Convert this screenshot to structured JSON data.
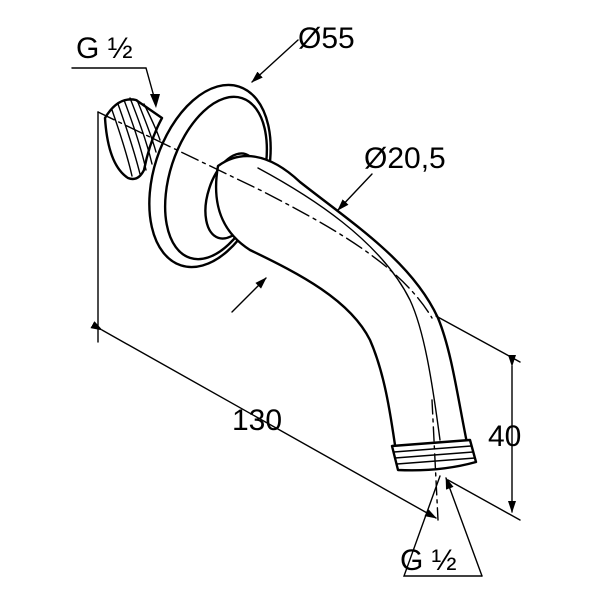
{
  "labels": {
    "inlet_thread": "G ½",
    "flange_diameter": "Ø55",
    "arm_diameter": "Ø20,5",
    "length": "130",
    "drop": "40",
    "outlet_thread": "G ½"
  },
  "colors": {
    "line": "#000000",
    "background": "#ffffff"
  }
}
